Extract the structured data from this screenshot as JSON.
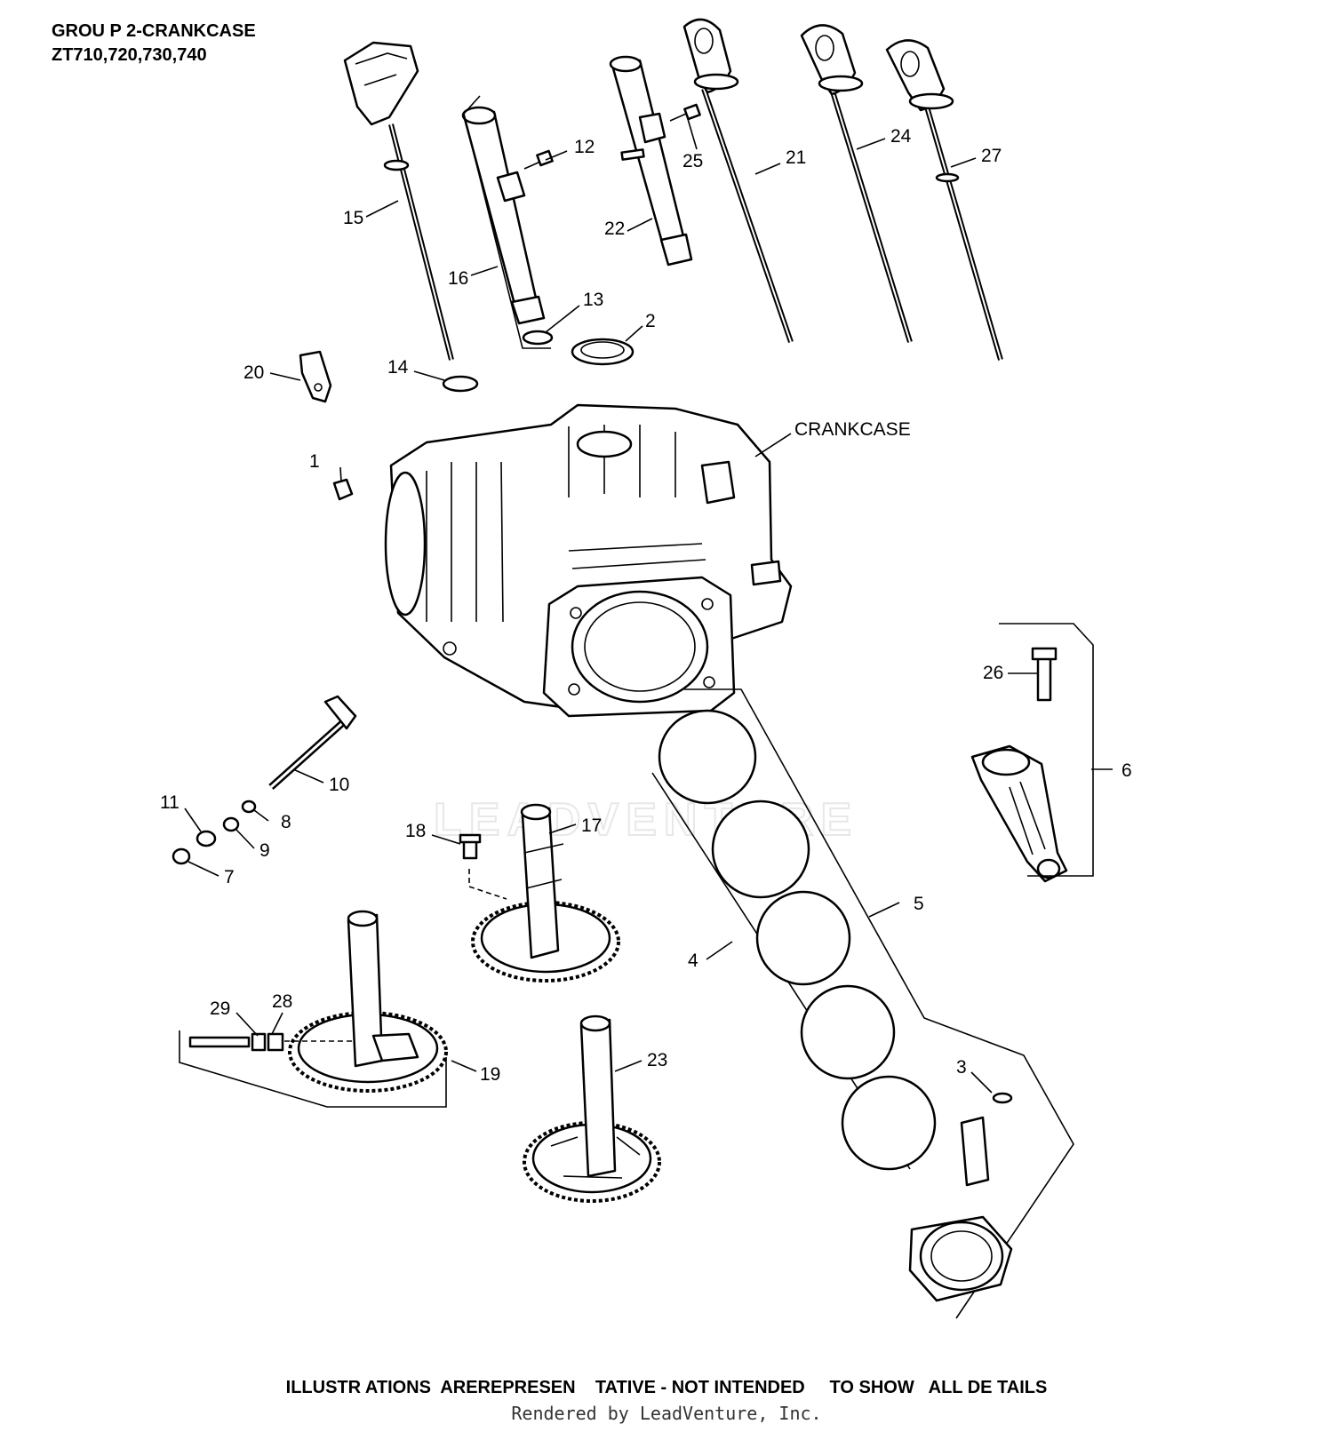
{
  "header": {
    "line1": "GROU P 2-CRANKCASE",
    "line2": "ZT710,720,730,740"
  },
  "footer": {
    "disclaimer": "ILLUSTR ATIONS  AREREPRESEN    TATIVE - NOT INTENDED     TO SHOW   ALL DE TAILS",
    "rendered_by": "Rendered by LeadVenture, Inc."
  },
  "watermark": "LEADVENTURE",
  "callouts": {
    "c1": "1",
    "c2": "2",
    "c3": "3",
    "c4": "4",
    "c5": "5",
    "c6": "6",
    "c7": "7",
    "c8": "8",
    "c9": "9",
    "c10": "10",
    "c11": "11",
    "c12": "12",
    "c13": "13",
    "c14": "14",
    "c15": "15",
    "c16": "16",
    "c17": "17",
    "c18": "18",
    "c19": "19",
    "c20": "20",
    "c21": "21",
    "c22": "22",
    "c23": "23",
    "c24": "24",
    "c25": "25",
    "c26": "26",
    "c27": "27",
    "c28": "28",
    "c29": "29",
    "crankcase": "CRANKCASE"
  }
}
